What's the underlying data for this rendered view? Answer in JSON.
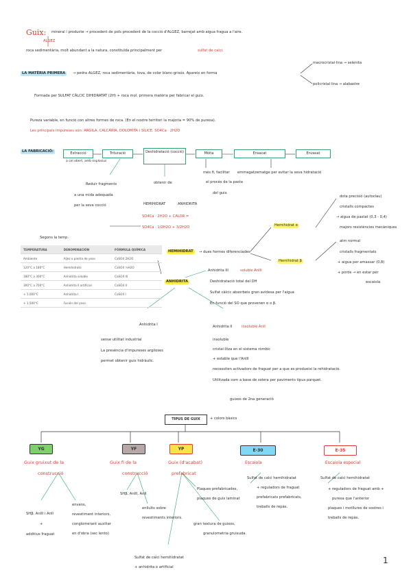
{
  "intro": {
    "word": "Guix:",
    "line1": "mineral i producte → procedent de pols procedent de la cocció d'ALGEZ, barrejat amb aigua fragua a l'aire.",
    "algez": "ALGEZ",
    "line2": "roca sedimentària, molt abundant a la natura, constituïda principalment per",
    "line2_red": "sulfat de calci."
  },
  "materia": {
    "title": "LA MATÈRIA PRIMERA",
    "text": "→ pedra ALGEZ, roca sedimentària, tova, de color blanc-grisós. Apareix en forma",
    "branch_top": "macrocristal·lina → selenita",
    "branch_bottom": "policristal·lina → alabastre",
    "line2": "Formada per SULFAT CÀLCIC DIHIDRATAT (2H) + roca mol. primera matèria per fabricar el guix.",
    "line3": "Pureza variable, en funció con altres formes de roca. (En el nostre territori la majoria = 90% de puresa).",
    "line4": "Les principals impureses són: ARGILA, CALCÀRIA, DOLOMITA i SÍLICE.  SO4Ca · 2H2O"
  },
  "fabricacio": {
    "title": "LA FABRICACIÓ:",
    "steps": [
      "Extracció",
      "Trituració",
      "Deshidratació (cocció)",
      "Mòlta",
      "Ensacat",
      "Envasat"
    ],
    "note_extraccio": "a cel obert, amb explosius",
    "note_trituracio_1": "Reduir fragments",
    "note_trituracio_2": "a una mida adequada",
    "note_trituracio_3": "per la seva cocció",
    "note_deshid_1": "obtenir de",
    "note_deshid_2": "HEMIHIDRAT",
    "note_deshid_3": "ANHIDRITA",
    "formula1": "SO4Ca · 2H2O + CALOR =",
    "formula2": "SO4Ca · 1/2H2O + 3/2H2O",
    "note_molta_1": "més fi, facilitar",
    "note_molta_2": "el procés de la pasta",
    "note_molta_3": "del guix",
    "note_envasat": "emmagatzematge per evitar la seva hidratació"
  },
  "segons_temp": "Segons la temp.",
  "table": {
    "headers": [
      "TEMPERATURA",
      "DENOMINACIÓN",
      "FÓRMULA QUÍMICA"
    ],
    "rows": [
      [
        "Ambiente",
        "Aljez o piedra de yeso",
        "CaSO4 2H2O"
      ],
      [
        "120°C a 180°C",
        "Hemihidrato",
        "CaSO4 ½H2O"
      ],
      [
        "180°C a 300°C",
        "Anhidrita soluble",
        "CaSO4 III"
      ],
      [
        "300°C a 700°C",
        "Anhidrita II artificial",
        "CaSO4 II"
      ],
      [
        "+ 1.000°C",
        "Anhidrita I",
        "CaSO4 I"
      ],
      [
        "+ 1.500°C",
        "Fusión del yeso",
        ""
      ]
    ]
  },
  "hemihidrat": {
    "label": "HEMIHIDRAT",
    "text": "→ dues formes diferenciades",
    "alpha": "Hemihidrat α",
    "beta": "Hemihidrat β",
    "alpha_items": [
      "dota precisió (autoclau)",
      "cristalls compactes",
      "→ aigua de pastat (0,3 - 0,4)",
      "majors resistències mecàniques"
    ],
    "beta_items": [
      "atm normal",
      "cristalls fragmentats",
      "+ aigua per amassar (0,8)",
      "+ porós → en estar per",
      "escaiola"
    ]
  },
  "anhidrita": {
    "label": "ANHIDRITA",
    "iii_title": "Anhidrita III",
    "iii_red": "soluble AnIII",
    "iii_items": [
      "Deshidratació total del DH",
      "Sulfat càlcic absorbeix gran avidesa per l'aigua",
      "En funció del SO que provenen α o β."
    ],
    "i_title": "Anhidrita I",
    "i_items": [
      "sense utilitat industrial",
      "La presència d'impureses argiloses",
      "permet obtenir guix hidràulic."
    ],
    "ii_title": "Anhidrita II",
    "ii_red": "insoluble AnII",
    "ii_items": [
      "insoluble",
      "cristal·litza en el sistema ròmbic",
      "+ estable que l'AnIII",
      "necessiten activadors de fraguat per a que es produeixi la rehidratació.",
      "Utilitzada com a base de solera per paviments tipus parquet."
    ]
  },
  "tipus": {
    "title": "TIPUS DE GUIX",
    "note_top": "guixos de 2na generació",
    "note_right": "+ colors bàsics",
    "types": [
      {
        "code": "YG",
        "color": "#7ed06a",
        "sub1": "Guix gruixut de la",
        "sub2": "construcció"
      },
      {
        "code": "YF",
        "color": "#b7a8a8",
        "sub1": "Guix fi de la",
        "sub2": "construcció"
      },
      {
        "code": "YP",
        "color": "#ffe24a",
        "sub1": "Guix (d'acabat)",
        "sub2": "prefabricat"
      },
      {
        "code": "E-30",
        "color": "#7fd8f5",
        "sub1": "Escaiola",
        "sub2": ""
      },
      {
        "code": "E-35",
        "color": "#ffffff",
        "sub1": "Escaiola especial",
        "sub2": ""
      }
    ],
    "yg_notes": [
      "SHβ, AnIII i AnII",
      "+",
      "additius fraguat"
    ],
    "yg_notes2": [
      "envans,",
      "revestiment interiors,",
      "conglomerant auxiliar",
      "en d'obra (sec lento)"
    ],
    "yf_notes": [
      "SHβ, AnIII, AnII"
    ],
    "yf_notes2": [
      "enlluïts sobre",
      "revestiments interiors."
    ],
    "yp_notes": [
      "Plaques prefabricades,",
      "plaques de guix laminat"
    ],
    "yp_notes2": [
      "gran textura de guixos,",
      "granulometria gruixuda."
    ],
    "yp_notes3": [
      "Sulfat de calci hemihidratat",
      "+ anhidrita o artificial"
    ],
    "e30_notes": [
      "Sulfat de calci hemihidratat",
      "+ reguladors de fraguat",
      "prefabricats prefabricats,",
      "treballs de repàs."
    ],
    "e35_notes": [
      "Sulfat de calci hemihidratat",
      "+ reguladors de fraguat amb +",
      "puresa que l'anterior",
      "plaques i motllures de sostres i",
      "treballs de repàs."
    ]
  },
  "page_number": "1"
}
